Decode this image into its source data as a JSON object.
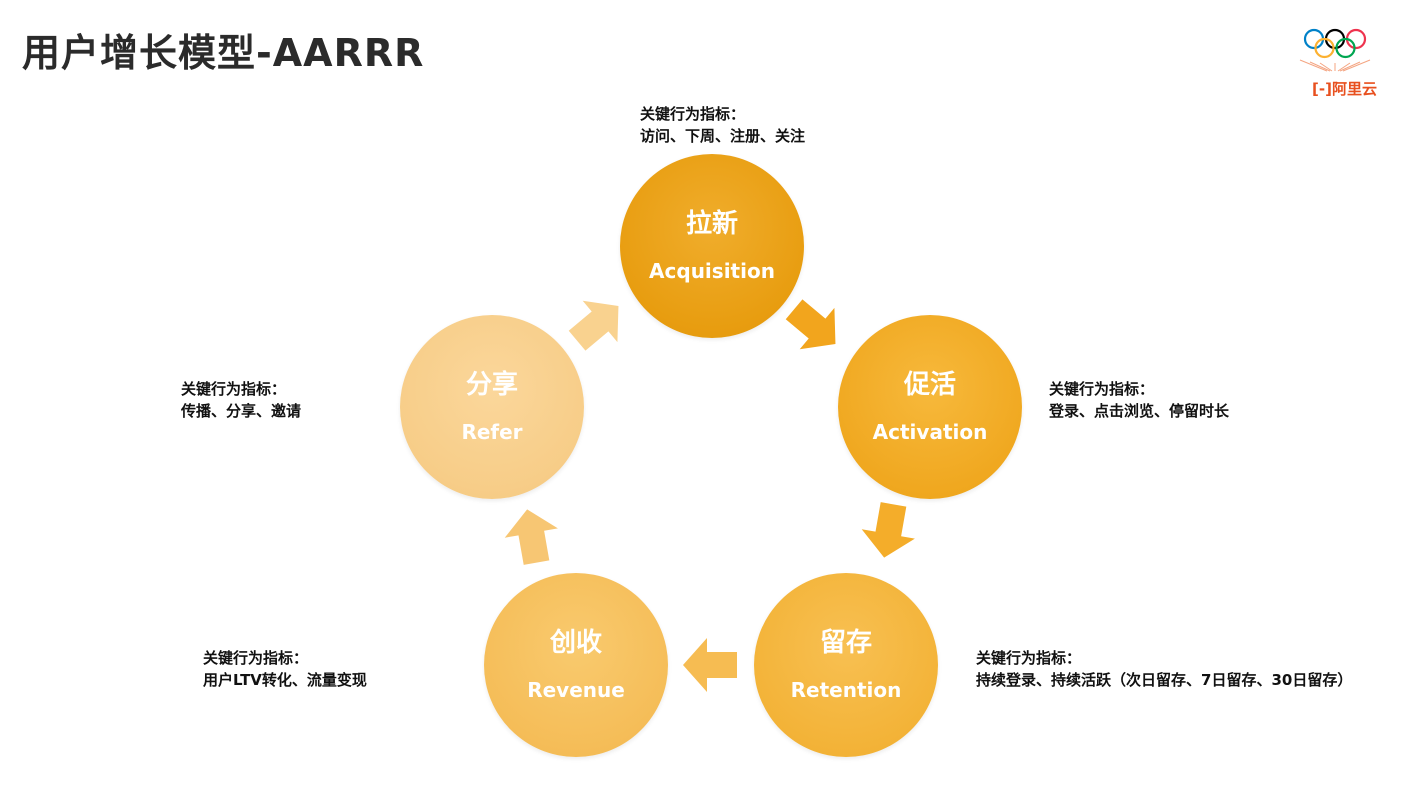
{
  "page": {
    "title": "用户增长模型-AARRR"
  },
  "logo": {
    "name": "阿里云",
    "tagline": "Aliyun logo with Olympic rings",
    "colors": {
      "brand": "#e8501f",
      "ring_blue": "#0081c8",
      "ring_black": "#000000",
      "ring_red": "#ee334e",
      "ring_yellow": "#fcb131",
      "ring_green": "#00a651"
    }
  },
  "nodes": {
    "acquisition": {
      "cn": "拉新",
      "en": "Acquisition",
      "color": "#e89d10"
    },
    "activation": {
      "cn": "促活",
      "en": "Activation",
      "color": "#f0a820"
    },
    "retention": {
      "cn": "留存",
      "en": "Retention",
      "color": "#f3b338"
    },
    "revenue": {
      "cn": "创收",
      "en": "Revenue",
      "color": "#f5bd58"
    },
    "refer": {
      "cn": "分享",
      "en": "Refer",
      "color": "#f7cd88"
    }
  },
  "kpis": {
    "acquisition": {
      "heading": "关键行为指标：",
      "items": "访问、下周、注册、关注"
    },
    "activation": {
      "heading": "关键行为指标：",
      "items": "登录、点击浏览、停留时长"
    },
    "retention": {
      "heading": "关键行为指标：",
      "items": "持续登录、持续活跃（次日留存、7日留存、30日留存）"
    },
    "revenue": {
      "heading": "关键行为指标：",
      "items": "用户LTV转化、流量变现"
    },
    "refer": {
      "heading": "关键行为指标：",
      "items": "传播、分享、邀请"
    }
  },
  "arrows": {
    "colors": [
      "#f2a51d",
      "#f4ad2a",
      "#f6bc52",
      "#f7c673",
      "#f9d28f"
    ]
  }
}
